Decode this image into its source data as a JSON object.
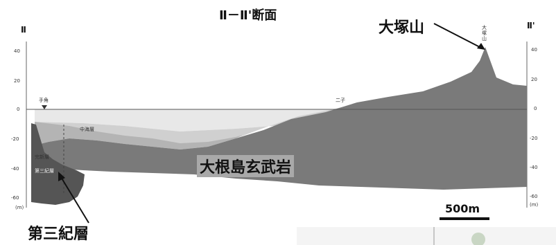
{
  "section_title": "Ⅱ－Ⅱ'断面",
  "left_marker": "Ⅱ",
  "right_marker": "Ⅱ'",
  "label_mountain": "大塚山",
  "label_basalt": "大根島玄武岩",
  "label_tertiary": "第三紀層",
  "label_scale": "500m",
  "small_labels": {
    "left_place": "手角",
    "right_place": "二子",
    "summit": "大塚山",
    "middle_layer": "中海層",
    "upper_layer": "完新層",
    "tertiary_small": "第三紀層",
    "unit": "(m)"
  },
  "y_axis_left": [
    "40",
    "20",
    "0",
    "-20",
    "-40",
    "-60"
  ],
  "y_axis_right": [
    "40",
    "20",
    "0",
    "-20",
    "-40",
    "-60"
  ],
  "colors": {
    "basalt": "#7a7a7a",
    "tertiary": "#555555",
    "holocene": "#b8b8b8",
    "nakaumi": "#d2d2d2",
    "water": "#e8e8e8"
  }
}
